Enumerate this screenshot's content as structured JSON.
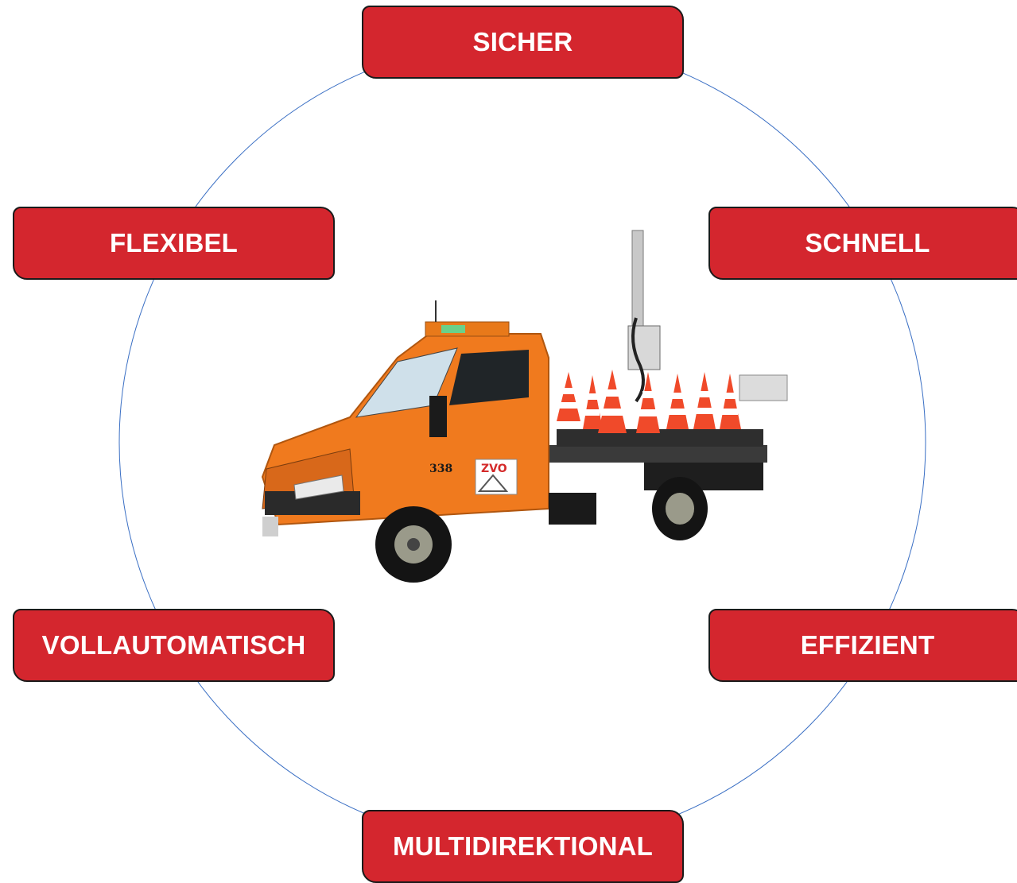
{
  "diagram": {
    "labels": {
      "top": "SICHER",
      "upper_right": "SCHNELL",
      "lower_right": "EFFIZIENT",
      "bottom": "MULTIDIREKTIONAL",
      "lower_left": "VOLLAUTOMATISCH",
      "upper_left": "FLEXIBEL"
    },
    "center_image": {
      "cab_number": "338",
      "logo_text": "ZVO"
    },
    "colors": {
      "box_fill": "#d4262e",
      "box_text": "#ffffff",
      "circle_stroke": "#3a6fc4",
      "truck_orange": "#f07a1e"
    }
  }
}
